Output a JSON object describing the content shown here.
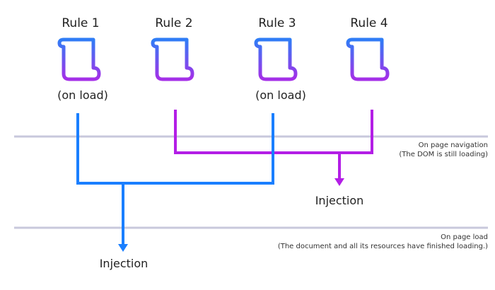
{
  "rules": [
    {
      "title": "Rule 1",
      "subtitle": "(on load)",
      "icon": "scroll-icon"
    },
    {
      "title": "Rule 2",
      "subtitle": "",
      "icon": "scroll-icon"
    },
    {
      "title": "Rule 3",
      "subtitle": "(on load)",
      "icon": "scroll-icon"
    },
    {
      "title": "Rule 4",
      "subtitle": "",
      "icon": "scroll-icon"
    }
  ],
  "timelines": {
    "navigation": {
      "line1": "On page navigation",
      "line2": "(The DOM is still loading)"
    },
    "load": {
      "line1": "On page load",
      "line2": "(The document and all its resources have finished loading.)"
    }
  },
  "injections": {
    "navigation": "Injection",
    "load": "Injection"
  },
  "colors": {
    "onload_connector": "#1a7fff",
    "navigation_connector": "#b31ee6",
    "timeline_line": "#c8c8dc",
    "icon_gradient_top": "#2f7df6",
    "icon_gradient_bottom": "#a52fe8"
  }
}
